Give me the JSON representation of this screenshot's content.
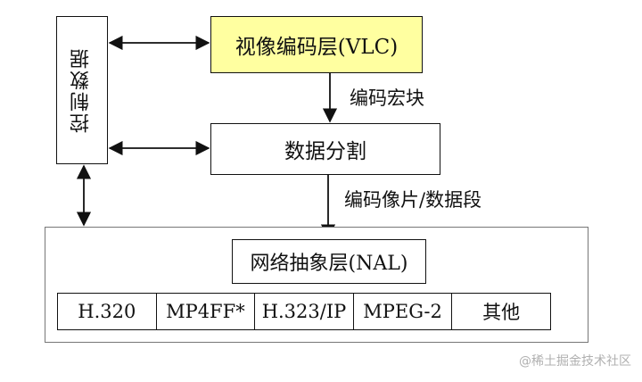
{
  "diagram": {
    "control_data": "控制数据",
    "vlc_layer": "视像编码层(VLC)",
    "partition": "数据分割",
    "edge_macroblock": "编码宏块",
    "edge_slice": "编码像片/数据段",
    "nal_layer": "网络抽象层(NAL)",
    "protocols": [
      "H.320",
      "MP4FF*",
      "H.323/IP",
      "MPEG-2",
      "其他"
    ]
  },
  "watermark": "@稀土掘金技术社区",
  "colors": {
    "vlc_fill": "#ffffa0",
    "line": "#111111"
  }
}
